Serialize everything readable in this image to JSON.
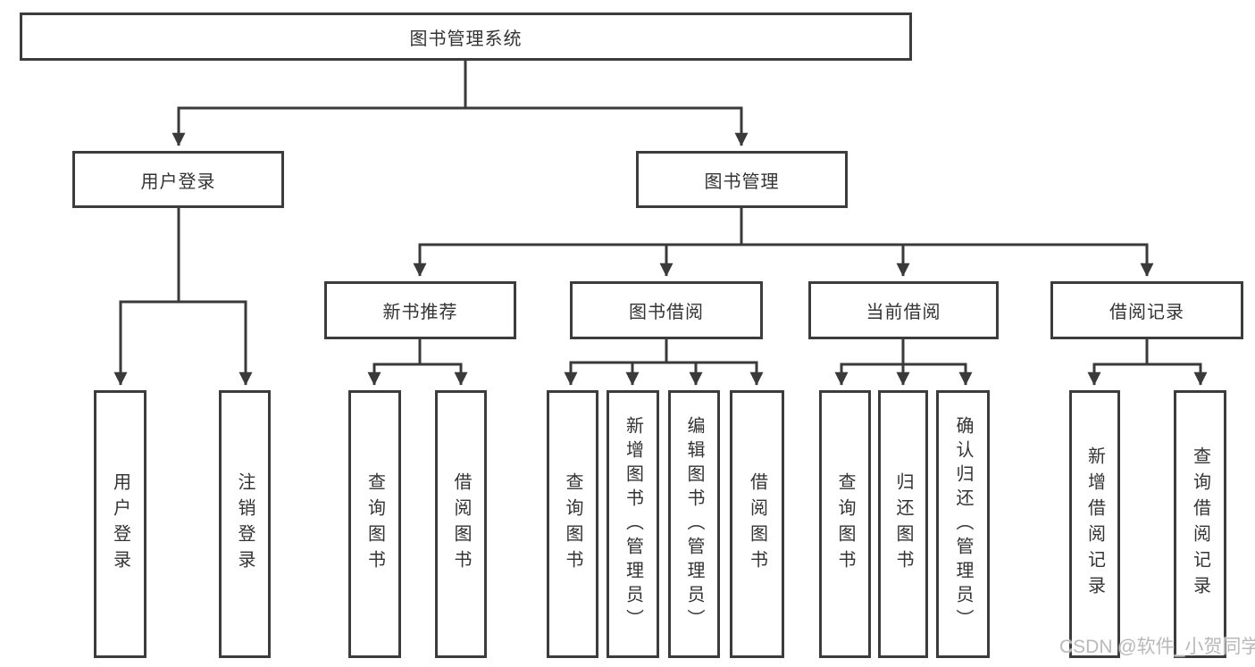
{
  "tree": {
    "root": {
      "label": "图书管理系统"
    },
    "level2": [
      {
        "label": "用户登录",
        "leaves": [
          "用户登录",
          "注销登录"
        ]
      },
      {
        "label": "图书管理",
        "groups": [
          {
            "label": "新书推荐",
            "leaves": [
              "查询图书",
              "借阅图书"
            ]
          },
          {
            "label": "图书借阅",
            "leaves": [
              "查询图书",
              "新增图书（管理员）",
              "编辑图书（管理员）",
              "借阅图书"
            ]
          },
          {
            "label": "当前借阅",
            "leaves": [
              "查询图书",
              "归还图书",
              "确认归还（管理员）"
            ]
          },
          {
            "label": "借阅记录",
            "leaves": [
              "新增借阅记录",
              "查询借阅记录"
            ]
          }
        ]
      }
    ]
  },
  "watermark": {
    "text": "CSDN @软件_小贺同学"
  },
  "colors": {
    "line": "#3a3a3a",
    "box_border": "#3c3c3c",
    "text": "#333333",
    "watermark": "#b9b9b9",
    "background": "#ffffff"
  }
}
